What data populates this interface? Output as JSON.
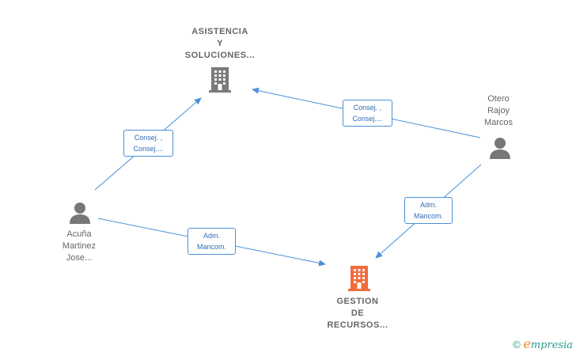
{
  "nodes": {
    "asistencia": {
      "lines": [
        "ASISTENCIA",
        "Y",
        "SOLUCIONES..."
      ]
    },
    "otero": {
      "lines": [
        "Otero",
        "Rajoy",
        "Marcos"
      ]
    },
    "acuna": {
      "lines": [
        "Acuña",
        "Martinez",
        "Jose..."
      ]
    },
    "gestion": {
      "lines": [
        "GESTION",
        "DE",
        "RECURSOS..."
      ]
    }
  },
  "edges": {
    "acuna_asistencia": {
      "lines": [
        "Consej. ,",
        "Consej...."
      ]
    },
    "otero_asistencia": {
      "lines": [
        "Consej. ,",
        "Consej...."
      ]
    },
    "otero_gestion": {
      "lines": [
        "Adm.",
        "Mancom."
      ]
    },
    "acuna_gestion": {
      "lines": [
        "Adm.",
        "Mancom."
      ]
    }
  },
  "footer": {
    "copyright": "©",
    "brand_first": "e",
    "brand_rest": "mpresia"
  },
  "colors": {
    "edge": "#4a90d9",
    "company_icon": "#7a7a7a",
    "highlight_company_icon": "#f26b3a",
    "person_icon": "#777777"
  },
  "icons": {
    "asistencia": "building-icon",
    "gestion": "building-icon",
    "otero": "person-icon",
    "acuna": "person-icon"
  }
}
